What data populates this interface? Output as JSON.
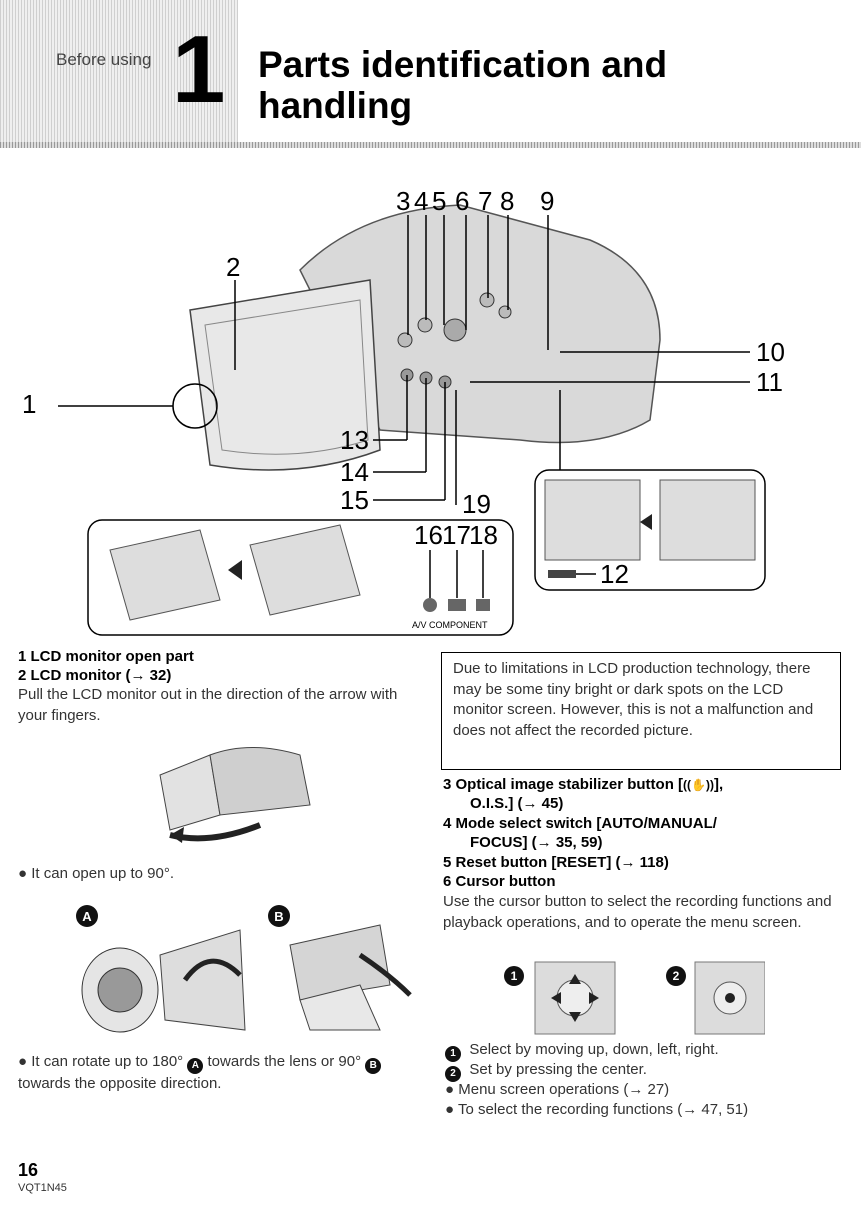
{
  "header": {
    "tab_label": "Before using",
    "chapter_number": "1",
    "title": "Parts identification and handling"
  },
  "callouts": [
    "1",
    "2",
    "3",
    "4",
    "5",
    "6",
    "7",
    "8",
    "9",
    "10",
    "11",
    "12",
    "13",
    "14",
    "15",
    "16",
    "17",
    "18",
    "19"
  ],
  "figure_labels": {
    "jack_labels": "A/V COMPONENT"
  },
  "items": {
    "i1": "1    LCD monitor open part",
    "i2": "2    LCD monitor (→ 32)",
    "i2_desc": "Pull the LCD monitor out in the direction of the arrow with your fingers.",
    "i2_bullet1": "● It can open up to 90°.",
    "i2_bullet2_pre": "● It can rotate up to 180° ",
    "i2_bullet2_mid": " towards the lens or 90° ",
    "i2_bullet2_post": " towards the opposite direction.",
    "i3_line1": "3    Optical image stabilizer button [",
    "i3_line1_end": "],",
    "i3_line2": "O.I.S.] (→ 45)",
    "i4_line1": "4    Mode select switch [AUTO/MANUAL/",
    "i4_line2": "FOCUS] (→ 35, 59)",
    "i5": "5    Reset button [RESET] (→ 118)",
    "i6": "6    Cursor button",
    "i6_desc": "Use the cursor button to select the recording functions and playback operations, and to operate the menu screen.",
    "i6_step1": "Select by moving up, down, left, right.",
    "i6_step2": "Set by pressing the center.",
    "i6_bullet1": "● Menu screen operations (→ 27)",
    "i6_bullet2": "● To select the recording functions (→ 47, 51)"
  },
  "note": "Due to limitations in LCD production technology, there may be some tiny bright or dark spots on the LCD monitor screen. However, this is not a malfunction and does not affect the recorded picture.",
  "markers": {
    "a": "A",
    "b": "B",
    "one": "1",
    "two": "2"
  },
  "footer": {
    "page": "16",
    "code": "VQT1N45"
  }
}
